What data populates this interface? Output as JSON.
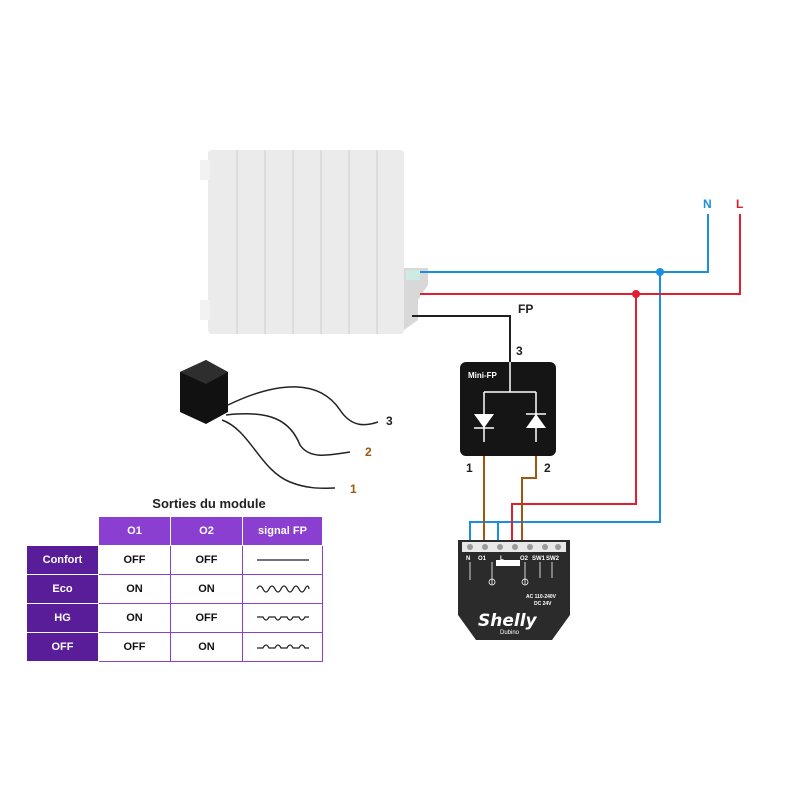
{
  "wire_labels": {
    "neutral": "N",
    "live": "L",
    "fp": "FP",
    "fp_terminal": "3",
    "module_out_1": "1",
    "module_out_2": "2",
    "box_wire_3": "3",
    "box_wire_2": "2",
    "box_wire_1": "1"
  },
  "mini_fp": {
    "title": "Mini-FP"
  },
  "shelly": {
    "brand": "Shelly",
    "sub": "Dubino",
    "terminals": [
      "N",
      "O1",
      "L",
      "O2",
      "SW1",
      "SW2"
    ],
    "rating_ac": "AC 110-240V",
    "rating_dc": "DC 24V"
  },
  "colors": {
    "neutral": "#1a8fe0",
    "live": "#e0202e",
    "fp": "#1f1f1f",
    "outputs": "#a0560f",
    "table_header": "#8b3fd1",
    "table_row": "#5a1d9a"
  },
  "table": {
    "title": "Sorties du module",
    "headers": [
      "O1",
      "O2",
      "signal FP"
    ],
    "rows": [
      {
        "label": "Confort",
        "o1": "OFF",
        "o2": "OFF",
        "signal": "flat"
      },
      {
        "label": "Eco",
        "o1": "ON",
        "o2": "ON",
        "signal": "full-wave"
      },
      {
        "label": "HG",
        "o1": "ON",
        "o2": "OFF",
        "signal": "negative-half-wave"
      },
      {
        "label": "OFF",
        "o1": "OFF",
        "o2": "ON",
        "signal": "positive-half-wave"
      }
    ]
  }
}
